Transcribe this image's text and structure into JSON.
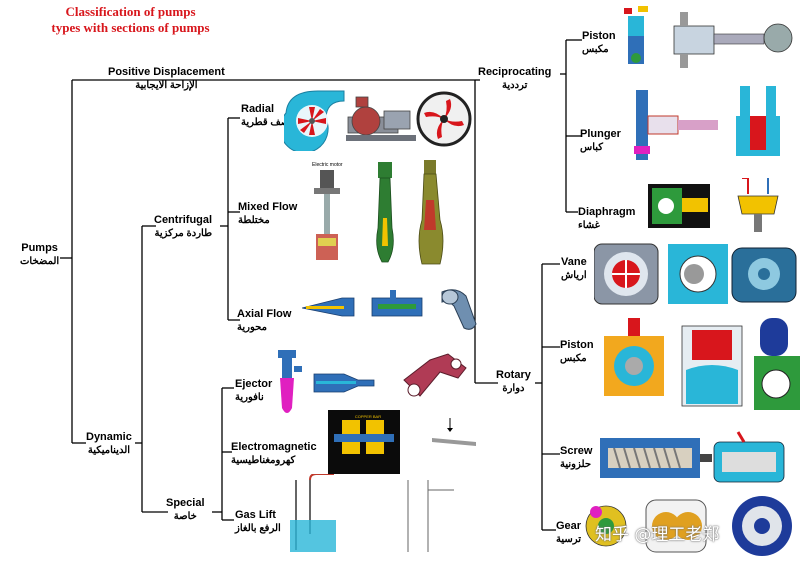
{
  "title": {
    "line1": "Classification  of pumps",
    "line2": "types with sections of pumps"
  },
  "nodes": {
    "pumps": {
      "en": "Pumps",
      "ar": "المضخات"
    },
    "positive": {
      "en": "Positive Displacement",
      "ar": "الإزاحة الايجابية"
    },
    "dynamic": {
      "en": "Dynamic",
      "ar": "الديناميكية"
    },
    "centrifugal": {
      "en": "Centrifugal",
      "ar": "طاردة مركزية"
    },
    "special": {
      "en": "Special",
      "ar": "خاصة"
    },
    "radial": {
      "en": "Radial",
      "ar": "نصف قطرية"
    },
    "mixed": {
      "en": "Mixed Flow",
      "ar": "مختلطة"
    },
    "axial": {
      "en": "Axial Flow",
      "ar": "محورية"
    },
    "ejector": {
      "en": "Ejector",
      "ar": "نافورية"
    },
    "electromagnetic": {
      "en": "Electromagnetic",
      "ar": "كهرومغناطيسية"
    },
    "gaslift": {
      "en": "Gas Lift",
      "ar": "الرفع بالغاز"
    },
    "reciprocating": {
      "en": "Reciprocating",
      "ar": "ترددية"
    },
    "rotary": {
      "en": "Rotary",
      "ar": "دوارة"
    },
    "piston_recip": {
      "en": "Piston",
      "ar": "مكبس"
    },
    "plunger": {
      "en": "Plunger",
      "ar": "كباس"
    },
    "diaphragm": {
      "en": "Diaphragm",
      "ar": "غشاء"
    },
    "vane": {
      "en": "Vane",
      "ar": "ارياش"
    },
    "piston_rot": {
      "en": "Piston",
      "ar": "مكبس"
    },
    "screw": {
      "en": "Screw",
      "ar": "حلزونية"
    },
    "gear": {
      "en": "Gear",
      "ar": "ترسية"
    }
  },
  "watermark": "知乎 @理工老郑",
  "colors": {
    "title": "#d8161c",
    "line": "#000000",
    "impeller": "#d8161c",
    "body_blue": "#2f6fb8",
    "cyan": "#29b6d8",
    "yellow": "#f2c200",
    "green": "#2e9a3c",
    "magenta": "#e020c0"
  },
  "icons": {
    "radial": "radial-pump-section-icons",
    "mixed": "mixed-flow-pump-icons",
    "axial": "axial-flow-pump-icons",
    "ejector": "ejector-pump-icons",
    "electromagnetic": "electromagnetic-pump-icons",
    "gaslift": "gas-lift-pump-icons",
    "piston_recip": "piston-pump-icons",
    "plunger": "plunger-pump-icons",
    "diaphragm": "diaphragm-pump-icons",
    "vane": "vane-pump-icons",
    "piston_rot": "rotary-piston-pump-icons",
    "screw": "screw-pump-icons",
    "gear": "gear-pump-icons"
  }
}
